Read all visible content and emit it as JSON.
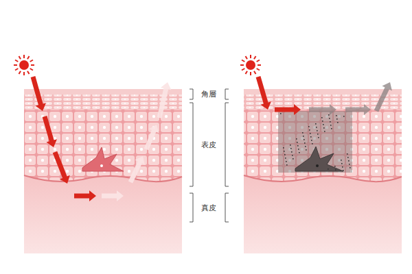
{
  "diagram": {
    "labels": [
      "角層",
      "表皮",
      "真皮"
    ]
  }
}
